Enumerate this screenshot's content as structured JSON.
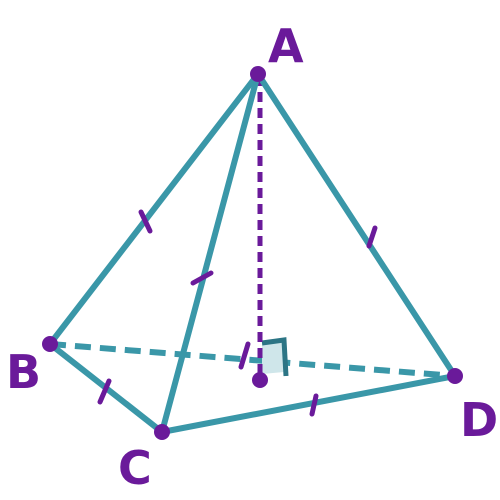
{
  "vertices": {
    "A": "A",
    "B": "B",
    "C": "C",
    "D": "D"
  },
  "colors": {
    "edge": "#3a97a8",
    "accent": "#6a1a9a"
  }
}
